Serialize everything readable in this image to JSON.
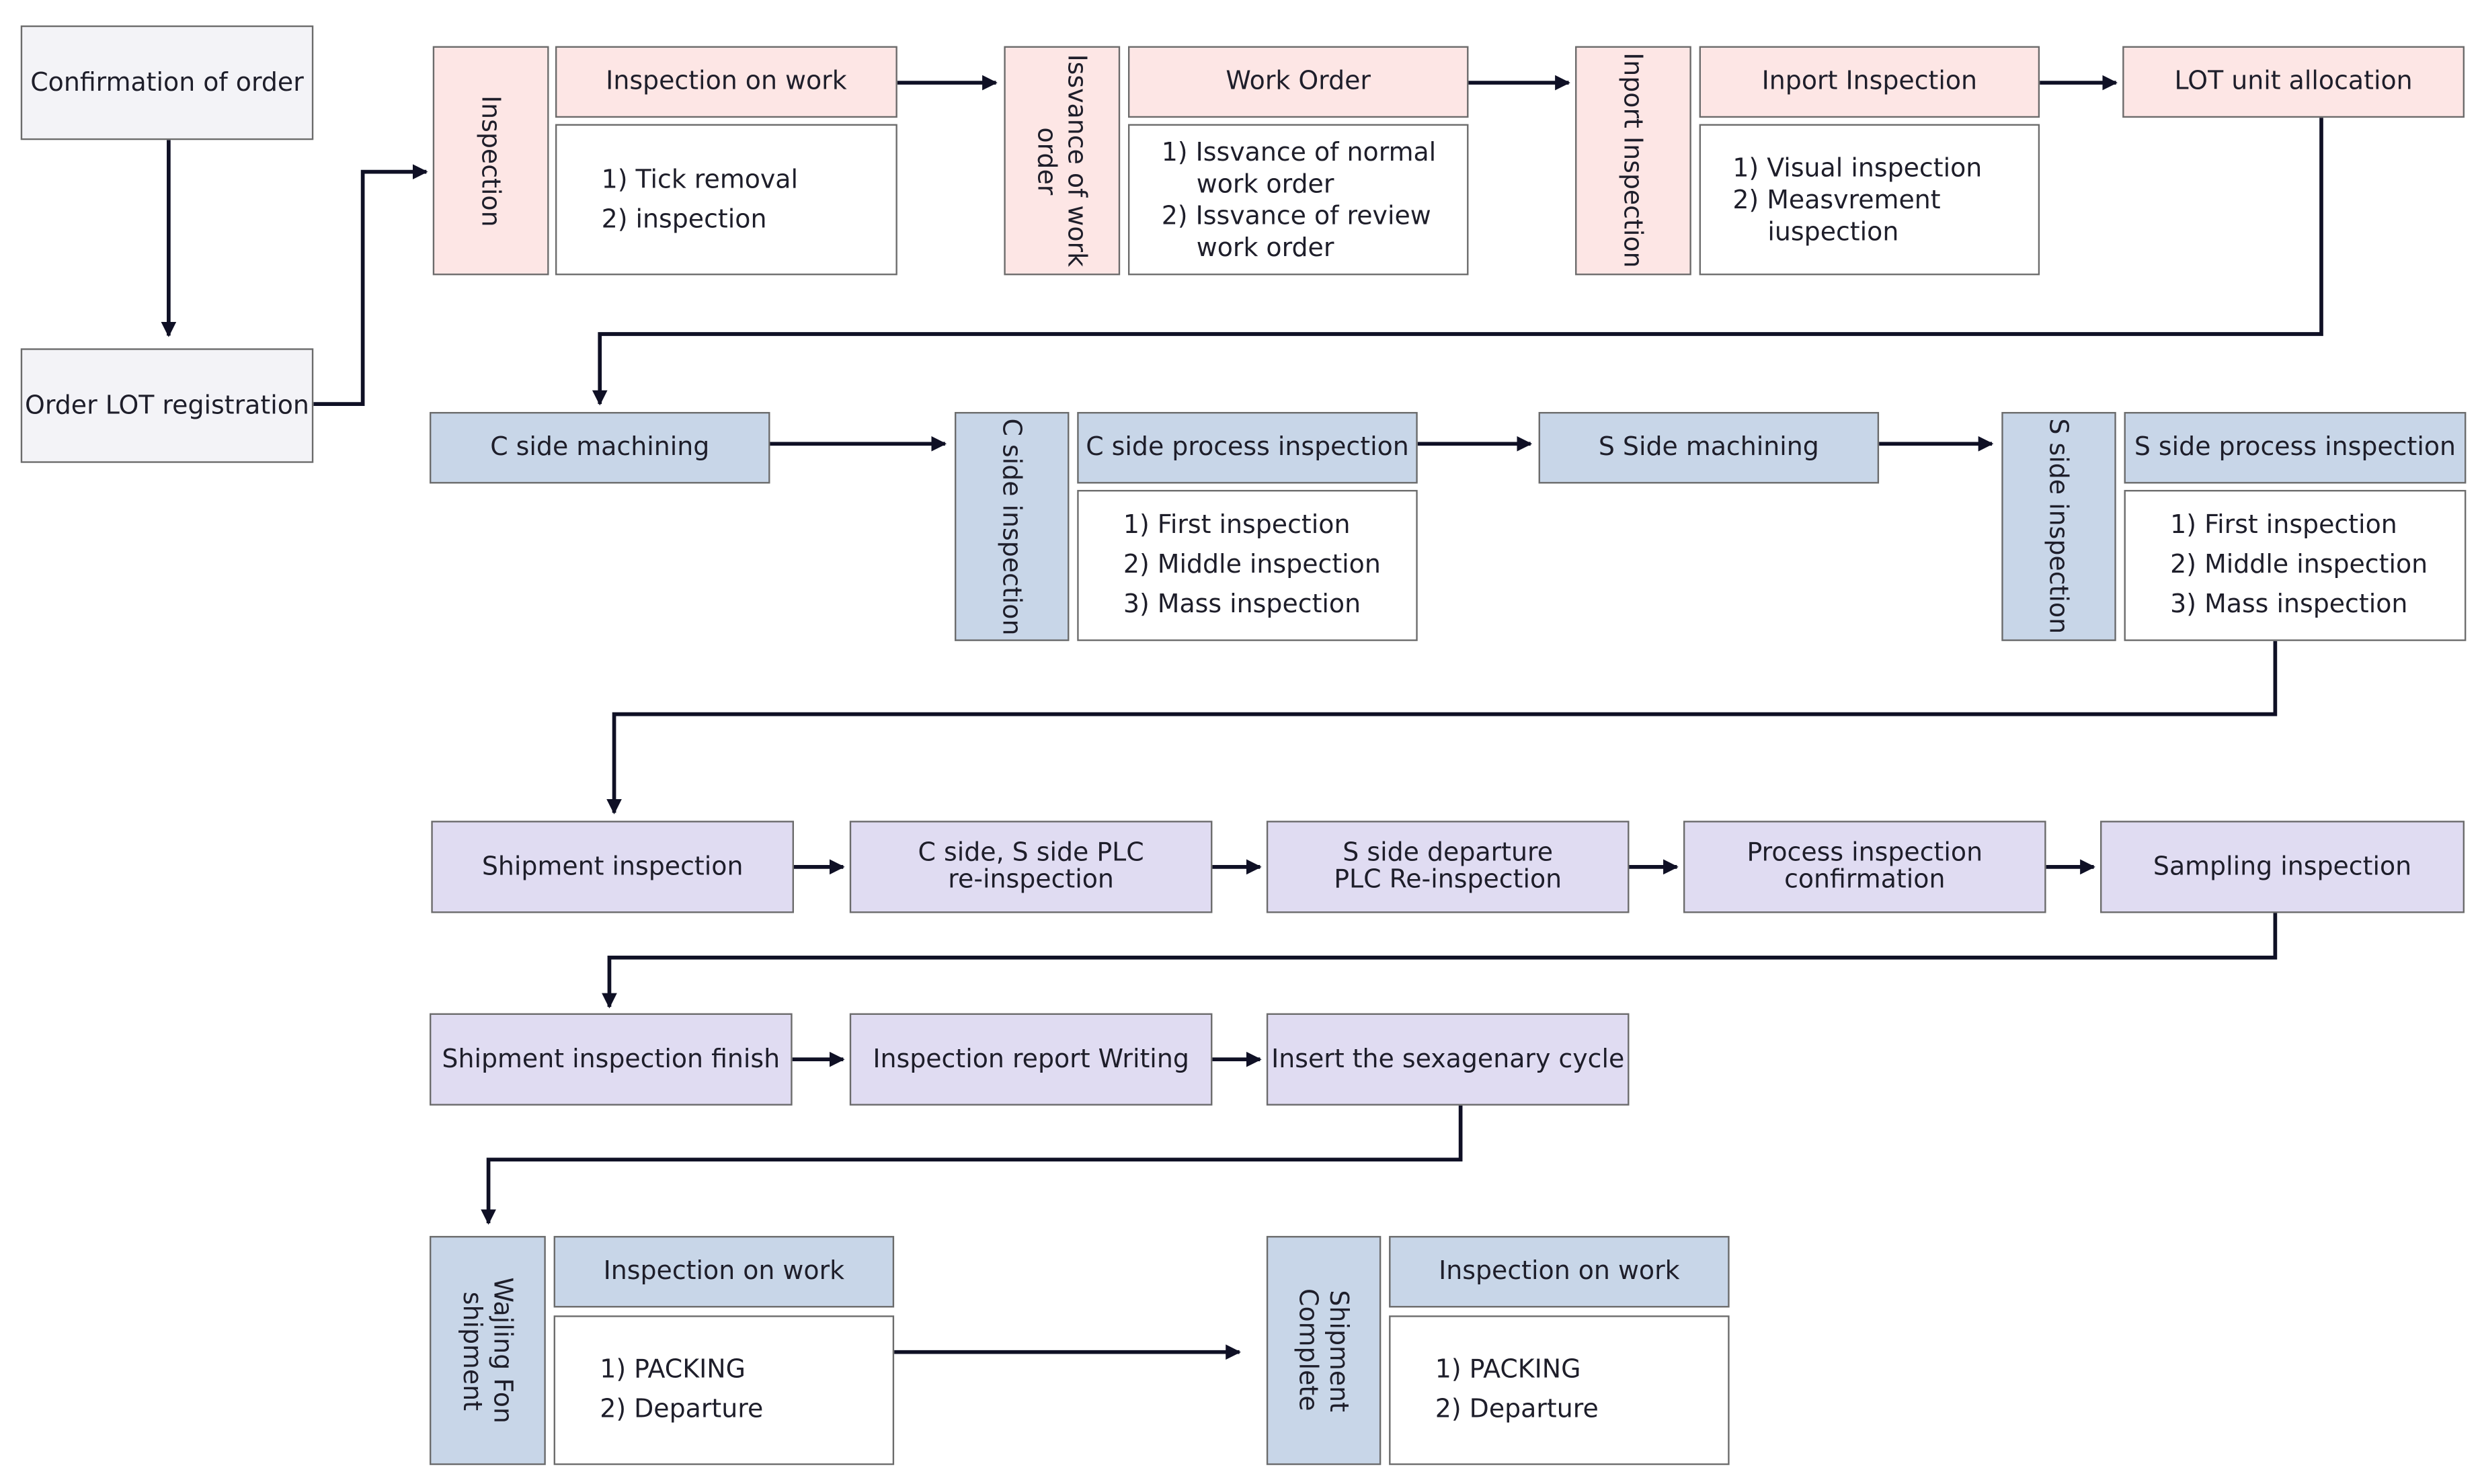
{
  "colors": {
    "start": "#f3f3f7",
    "inspection_stage": "#fde6e5",
    "machining_stage": "#c8d6e8",
    "shipment_stage": "#e0dcf2",
    "arrow": "#0f1025"
  },
  "start": {
    "confirmation": "Confirmation of order",
    "lot_registration": "Order LOT registration"
  },
  "row1": {
    "inspection_side": "Inspection",
    "inspection_on_work": "Inspection on work",
    "inspection_items": [
      "1) Tick removal",
      "2)  inspection"
    ],
    "work_order_side": "Issvance of work order",
    "work_order": "Work Order",
    "work_order_items": [
      "1) Issvance of normal work order",
      "2)  Issvance of review work order"
    ],
    "import_side": "Inport Inspection",
    "import_inspection": "Inport Inspection",
    "import_items": [
      "1) Visual inspection",
      "2)  Measvrement iuspection"
    ],
    "lot_allocation": "LOT unit allocation"
  },
  "row2": {
    "c_machining": "C side machining",
    "c_side": "C side inspection",
    "c_process": "C side process inspection",
    "c_items": [
      "1) First inspection",
      "2) Middle inspection",
      "3) Mass inspection"
    ],
    "s_machining": "S Side machining",
    "s_side": "S side inspection",
    "s_process": "S side process inspection",
    "s_items": [
      "1) First inspection",
      "2) Middle inspection",
      "3) Mass inspection"
    ]
  },
  "row3": {
    "shipment_inspection": "Shipment inspection",
    "plc_reinspection": "C side, S side PLC re-inspection",
    "departure_reinspection": "S side departure PLC Re-inspection",
    "process_confirmation": "Process inspection confirmation",
    "sampling": "Sampling inspection"
  },
  "row4": {
    "finish": "Shipment inspection finish",
    "report": "Inspection report Writing",
    "sexagenary": "Insert the sexagenary cycle"
  },
  "row5": {
    "waiting_side": "Wajling Fon shipment",
    "waiting_header": "Inspection on work",
    "waiting_items": [
      "1) PACKING",
      "2) Departure"
    ],
    "complete_side": "Shipment Complete",
    "complete_header": "Inspection on work",
    "complete_items": [
      "1) PACKING",
      "2) Departure"
    ]
  }
}
